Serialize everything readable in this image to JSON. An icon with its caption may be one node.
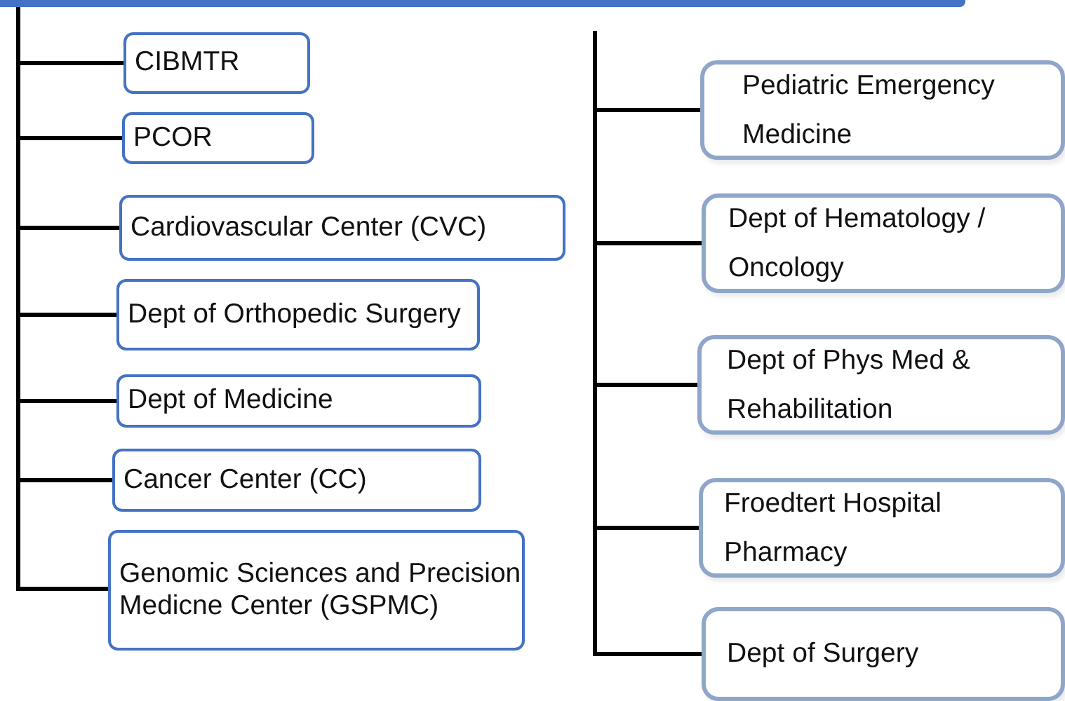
{
  "diagram": {
    "nodes": [
      {
        "text": [],
        "shape": "bar"
      },
      {
        "text": [
          "CIBMTR"
        ]
      },
      {
        "text": [
          "PCOR"
        ]
      },
      {
        "text": [
          "Cardiovascular Center (CVC)"
        ]
      },
      {
        "text": [
          "Dept of Orthopedic Surgery"
        ]
      },
      {
        "text": [
          "Dept of Medicine"
        ]
      },
      {
        "text": [
          "Cancer Center (CC)"
        ]
      },
      {
        "text": [
          "Genomic Sciences and Precision Medicne Center (GSPMC)"
        ]
      },
      {
        "text": [
          "Pediatric Emergency Medicine"
        ]
      },
      {
        "text": [
          "Dept of Hematology / Oncology"
        ]
      },
      {
        "text": [
          "Dept of Phys Med & Rehabilitation"
        ]
      },
      {
        "text": [
          "Froedtert Hospital Pharmacy"
        ]
      },
      {
        "text": [
          "Dept of Surgery"
        ]
      }
    ],
    "edges": [
      {
        "from": 0,
        "to": 1,
        "arrow": "none"
      },
      {
        "from": 0,
        "to": 2,
        "arrow": "none"
      },
      {
        "from": 0,
        "to": 3,
        "arrow": "none"
      },
      {
        "from": 0,
        "to": 4,
        "arrow": "none"
      },
      {
        "from": 0,
        "to": 5,
        "arrow": "none"
      },
      {
        "from": 0,
        "to": 6,
        "arrow": "none"
      },
      {
        "from": 0,
        "to": 7,
        "arrow": "none"
      },
      {
        "from": null,
        "to": 8,
        "arrow": "none"
      },
      {
        "from": null,
        "to": 9,
        "arrow": "none"
      },
      {
        "from": null,
        "to": 10,
        "arrow": "none"
      },
      {
        "from": null,
        "to": 11,
        "arrow": "none"
      },
      {
        "from": null,
        "to": 12,
        "arrow": "none"
      }
    ]
  }
}
